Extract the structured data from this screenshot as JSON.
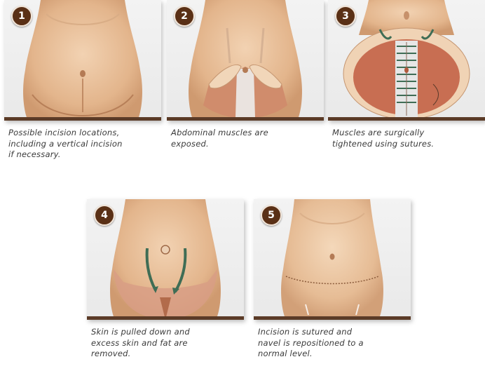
{
  "steps": [
    {
      "number": "1",
      "caption_lines": [
        "Possible incision locations,",
        "including a vertical incision",
        "if necessary."
      ]
    },
    {
      "number": "2",
      "caption_lines": [
        "Abdominal muscles are",
        "exposed."
      ]
    },
    {
      "number": "3",
      "caption_lines": [
        "Muscles are surgically",
        "tightened using sutures."
      ]
    },
    {
      "number": "4",
      "caption_lines": [
        "Skin is pulled down and",
        "excess skin and fat are",
        "removed."
      ]
    },
    {
      "number": "5",
      "caption_lines": [
        "Incision is sutured and",
        "navel is repositioned to a",
        "normal level."
      ]
    }
  ],
  "colors": {
    "badge": "#5a3016",
    "bottom_stripe": "#5b3b27",
    "skin": "#e8c09a",
    "muscle": "#c8745a",
    "fascia": "#e4e4e4"
  }
}
